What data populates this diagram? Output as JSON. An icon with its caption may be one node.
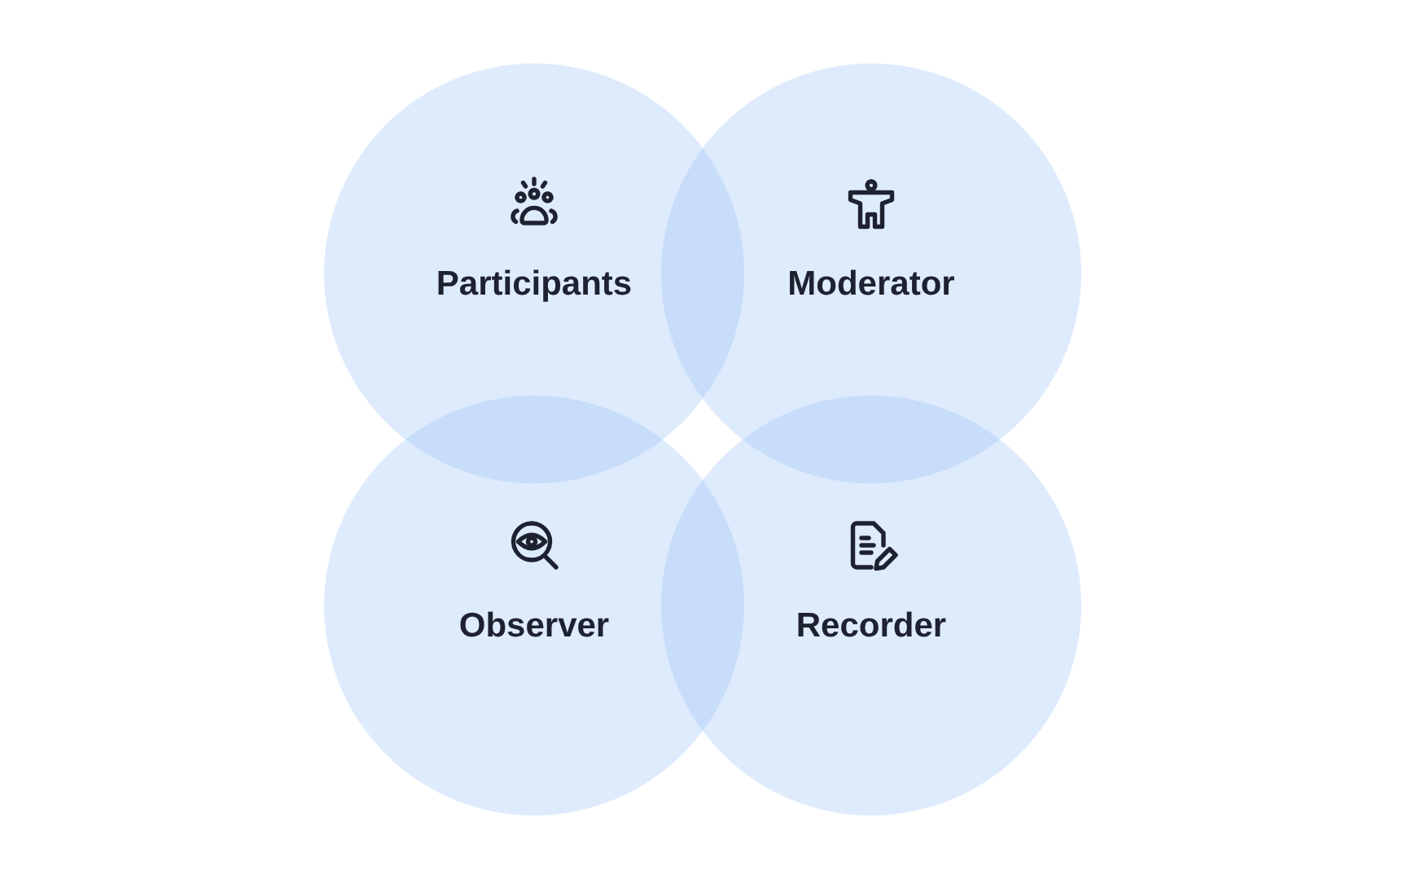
{
  "diagram": {
    "nodes": [
      {
        "text": [
          "Participants"
        ]
      },
      {
        "text": [
          "Moderator"
        ]
      },
      {
        "text": [
          "Observer"
        ]
      },
      {
        "text": [
          "Recorder"
        ]
      }
    ]
  }
}
